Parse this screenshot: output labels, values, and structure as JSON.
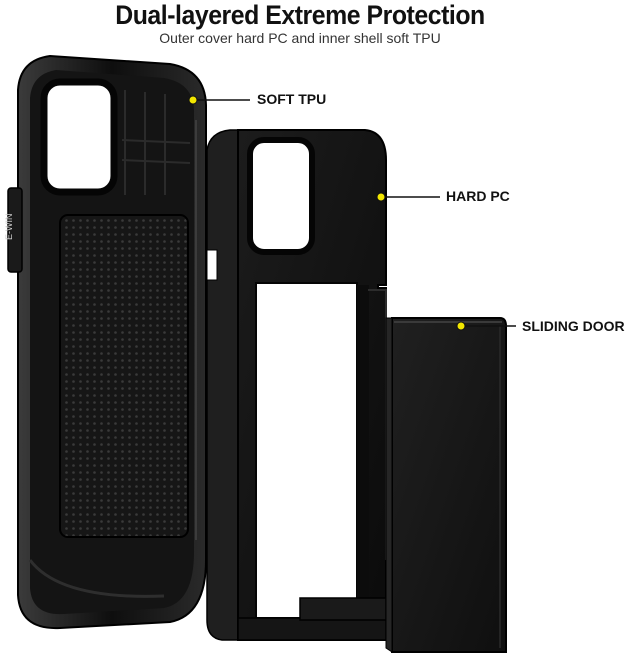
{
  "header": {
    "title": "Dual-layered Extreme Protection",
    "subtitle": "Outer cover hard PC  and inner shell soft TPU"
  },
  "callouts": [
    {
      "label": "SOFT TPU"
    },
    {
      "label": "HARD PC"
    },
    {
      "label": "SLIDING DOOR"
    }
  ],
  "brand_mark": "E-WIN",
  "colors": {
    "accent_dot": "#f2e600",
    "case_black": "#111111",
    "background": "#ffffff"
  }
}
